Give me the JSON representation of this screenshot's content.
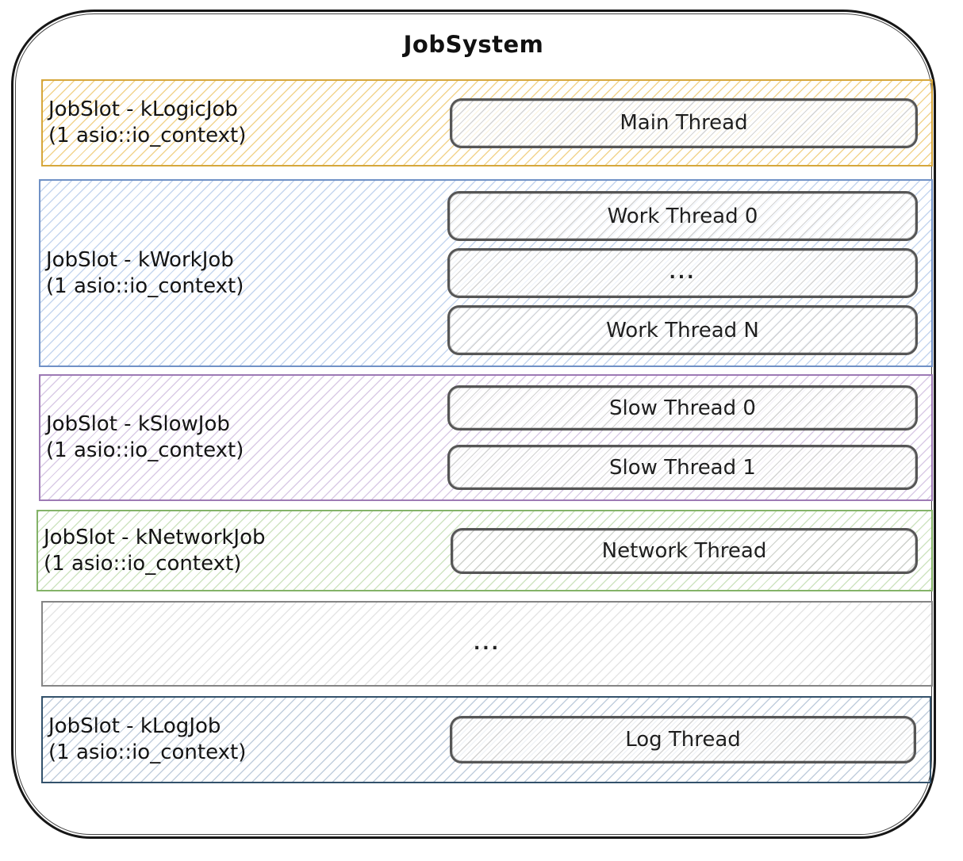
{
  "diagram": {
    "title": "JobSystem",
    "outline_color": "#161616",
    "slots": [
      {
        "id": "logic",
        "line1": "JobSlot - kLogicJob",
        "line2": "(1 asio::io_context)",
        "border": "#d6a73c",
        "hatch": "#f2d48e",
        "threads": [
          "Main Thread"
        ]
      },
      {
        "id": "work",
        "line1": "JobSlot - kWorkJob",
        "line2": "(1 asio::io_context)",
        "border": "#7091c6",
        "hatch": "#c5d6ef",
        "threads": [
          "Work Thread 0",
          "...",
          "Work Thread N"
        ]
      },
      {
        "id": "slow",
        "line1": "JobSlot - kSlowJob",
        "line2": "(1 asio::io_context)",
        "border": "#9d7ab5",
        "hatch": "#dacbe6",
        "threads": [
          "Slow Thread 0",
          "Slow Thread 1"
        ]
      },
      {
        "id": "network",
        "line1": "JobSlot - kNetworkJob",
        "line2": "(1 asio::io_context)",
        "border": "#84b368",
        "hatch": "#cfe4c2",
        "threads": [
          "Network Thread"
        ]
      },
      {
        "id": "ellipsis",
        "label": "...",
        "border": "#858585",
        "hatch": "#e5e5e5",
        "threads": []
      },
      {
        "id": "log",
        "line1": "JobSlot - kLogJob",
        "line2": "(1 asio::io_context)",
        "border": "#33526b",
        "hatch": "#c1cedd",
        "threads": [
          "Log Thread"
        ]
      }
    ]
  }
}
